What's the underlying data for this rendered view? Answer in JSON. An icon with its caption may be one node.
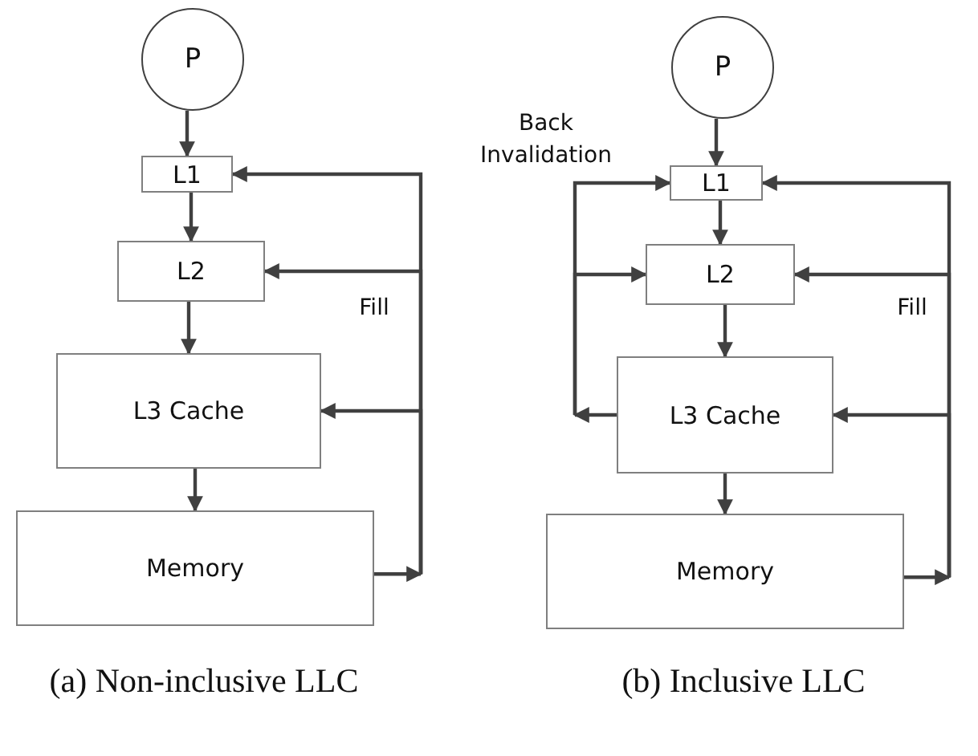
{
  "diagram": {
    "nodes": [
      {
        "text": [
          "P"
        ]
      },
      {
        "text": [
          "L1"
        ]
      },
      {
        "text": [
          "L2"
        ]
      },
      {
        "text": [
          "L3 Cache"
        ]
      },
      {
        "text": [
          "Memory"
        ]
      },
      {
        "text": [
          "P"
        ]
      },
      {
        "text": [
          "L1"
        ]
      },
      {
        "text": [
          "L2"
        ]
      },
      {
        "text": [
          "L3 Cache"
        ]
      },
      {
        "text": [
          "Memory"
        ]
      }
    ],
    "edges": [
      {
        "from": 0,
        "to": 1,
        "arrow": "to"
      },
      {
        "from": 1,
        "to": 2,
        "arrow": "to"
      },
      {
        "from": 2,
        "to": 3,
        "arrow": "to"
      },
      {
        "from": 3,
        "to": 4,
        "arrow": "to"
      },
      {
        "from": 4,
        "to": 1,
        "arrow": "to"
      },
      {
        "from": 4,
        "to": 2,
        "arrow": "to"
      },
      {
        "from": 4,
        "to": 3,
        "arrow": "to"
      },
      {
        "from": 5,
        "to": 6,
        "arrow": "to"
      },
      {
        "from": 6,
        "to": 7,
        "arrow": "to"
      },
      {
        "from": 7,
        "to": 8,
        "arrow": "to"
      },
      {
        "from": 8,
        "to": 9,
        "arrow": "to"
      },
      {
        "from": 9,
        "to": 6,
        "arrow": "to"
      },
      {
        "from": 9,
        "to": 7,
        "arrow": "to"
      },
      {
        "from": 9,
        "to": 8,
        "arrow": "to"
      },
      {
        "from": 8,
        "to": 6,
        "arrow": "to"
      },
      {
        "from": 8,
        "to": 7,
        "arrow": "to"
      }
    ],
    "labels": [
      "Back Invalidation",
      "Fill",
      "Fill",
      "(a) Non-inclusive LLC",
      "(b) Inclusive LLC"
    ]
  }
}
